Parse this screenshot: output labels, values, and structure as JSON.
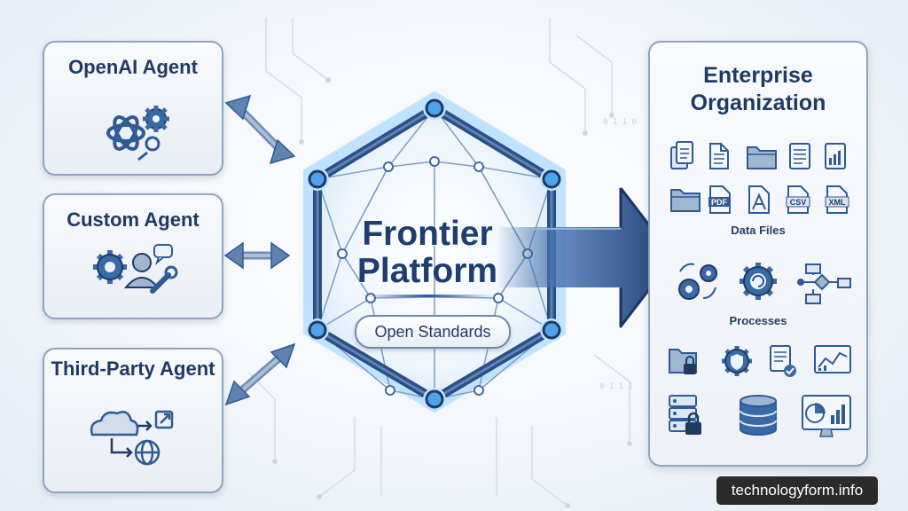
{
  "agents": {
    "openai": {
      "title": "OpenAI Agent",
      "icons": [
        "openai-logo-icon",
        "gear-icon",
        "sparkle-icon"
      ]
    },
    "custom": {
      "title": "Custom Agent",
      "icons": [
        "gear-icon",
        "user-icon",
        "wrench-icon",
        "chat-bubble-icon"
      ]
    },
    "third_party": {
      "title": "Third-Party Agent",
      "icons": [
        "cloud-icon",
        "external-link-icon",
        "globe-icon",
        "arrow-icon"
      ]
    }
  },
  "platform": {
    "title": "Frontier Platform",
    "pill": "Open Standards"
  },
  "enterprise": {
    "title": "Enterprise Organization",
    "sections": {
      "data_files": {
        "label": "Data Files",
        "row1": [
          "documents-icon",
          "document-icon",
          "folder-icon",
          "text-file-icon",
          "chart-file-icon"
        ],
        "row2": [
          "folder-icon",
          "pdf-file-icon",
          "acrobat-file-icon",
          "csv-file-icon",
          "xml-file-icon"
        ],
        "file_tags": {
          "pdf": "PDF",
          "csv": "CSV",
          "xml": "XML"
        }
      },
      "processes": {
        "label": "Processes",
        "icons": [
          "gears-cycle-icon",
          "gear-refresh-icon",
          "flowchart-icon"
        ]
      },
      "security": {
        "row1": [
          "folder-lock-icon",
          "gear-shield-icon",
          "document-check-icon",
          "analytics-icon"
        ],
        "row2": [
          "server-lock-icon",
          "database-icon",
          "dashboard-monitor-icon"
        ]
      }
    }
  },
  "watermark": "technologyform.info",
  "colors": {
    "navy": "#1f3a63",
    "steel_blue": "#2e5a96",
    "glow": "#8fd0ff",
    "card_border": "#8fa3bd",
    "background": "#f2f6fb"
  }
}
